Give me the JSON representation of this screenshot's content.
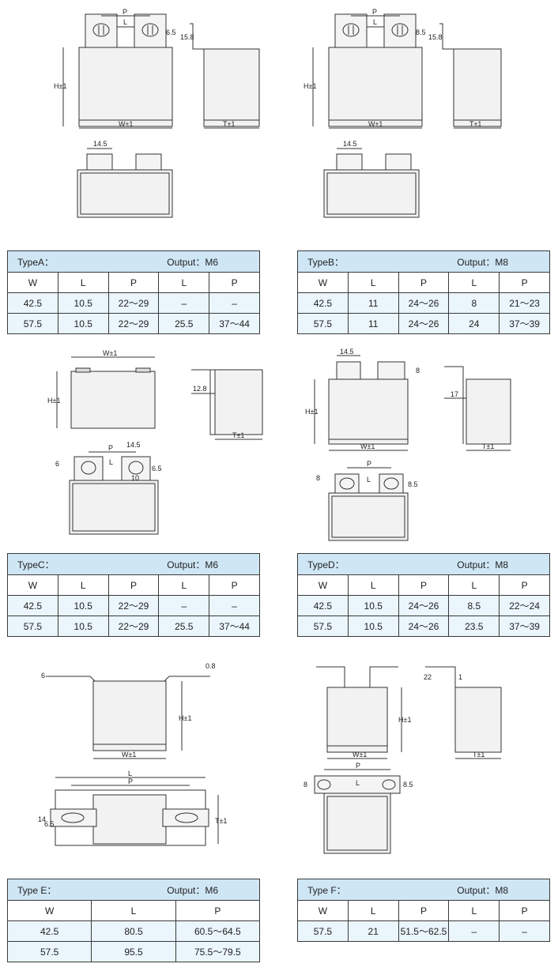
{
  "drawings": {
    "a": {
      "p": "P",
      "l": "L",
      "d1": "6.5",
      "d2": "15.8",
      "h": "H±1",
      "w": "W±1",
      "t": "T±1",
      "b": "14.5"
    },
    "b": {
      "p": "P",
      "l": "L",
      "d1": "8.5",
      "d2": "15.8",
      "h": "H±1",
      "w": "W±1",
      "t": "T±1",
      "b": "14.5"
    },
    "c": {
      "w": "W±1",
      "h": "H±1",
      "d": "12.8",
      "t": "T±1",
      "d6": "6",
      "p": "P",
      "b": "14.5",
      "l": "L",
      "d10": "10",
      "d65": "6.5"
    },
    "d": {
      "b": "14.5",
      "d8": "8",
      "h": "H±1",
      "d17": "17",
      "w": "W±1",
      "t": "T±1",
      "p": "P",
      "l": "L",
      "d8b": "8",
      "d85": "8.5"
    },
    "e": {
      "d08": "0.8",
      "d6": "6",
      "h": "H±1",
      "w": "W±1",
      "l": "L",
      "p": "P",
      "d14": "14",
      "d65": "6.5",
      "t": "T±1"
    },
    "f": {
      "d22": "22",
      "d1": "1",
      "h": "H±1",
      "w": "W±1",
      "t": "T±1",
      "p": "P",
      "d8": "8",
      "l": "L",
      "d85": "8.5"
    }
  },
  "tables": {
    "a": {
      "type_label": "TypeA：",
      "output": "Output：M6",
      "headers": [
        "W",
        "L",
        "P",
        "L",
        "P"
      ],
      "rows": [
        [
          "42.5",
          "10.5",
          "22～29",
          "–",
          "–"
        ],
        [
          "57.5",
          "10.5",
          "22～29",
          "25.5",
          "37～44"
        ]
      ]
    },
    "b": {
      "type_label": "TypeB：",
      "output": "Output：M8",
      "headers": [
        "W",
        "L",
        "P",
        "L",
        "P"
      ],
      "rows": [
        [
          "42.5",
          "11",
          "24～26",
          "8",
          "21～23"
        ],
        [
          "57.5",
          "11",
          "24～26",
          "24",
          "37～39"
        ]
      ]
    },
    "c": {
      "type_label": "TypeC：",
      "output": "Output：M6",
      "headers": [
        "W",
        "L",
        "P",
        "L",
        "P"
      ],
      "rows": [
        [
          "42.5",
          "10.5",
          "22～29",
          "–",
          "–"
        ],
        [
          "57.5",
          "10.5",
          "22～29",
          "25.5",
          "37～44"
        ]
      ]
    },
    "d": {
      "type_label": "TypeD：",
      "output": "Output：M8",
      "headers": [
        "W",
        "L",
        "P",
        "L",
        "P"
      ],
      "rows": [
        [
          "42.5",
          "10.5",
          "24～26",
          "8.5",
          "22～24"
        ],
        [
          "57.5",
          "10.5",
          "24～26",
          "23.5",
          "37～39"
        ]
      ]
    },
    "e": {
      "type_label": "Type E：",
      "output": "Output：M6",
      "headers": [
        "W",
        "L",
        "P"
      ],
      "rows": [
        [
          "42.5",
          "80.5",
          "60.5～64.5"
        ],
        [
          "57.5",
          "95.5",
          "75.5～79.5"
        ]
      ]
    },
    "f": {
      "type_label": "Type F：",
      "output": "Output：M8",
      "headers": [
        "W",
        "L",
        "P",
        "L",
        "P"
      ],
      "rows": [
        [
          "57.5",
          "21",
          "51.5～62.5",
          "–",
          "–"
        ]
      ]
    }
  }
}
